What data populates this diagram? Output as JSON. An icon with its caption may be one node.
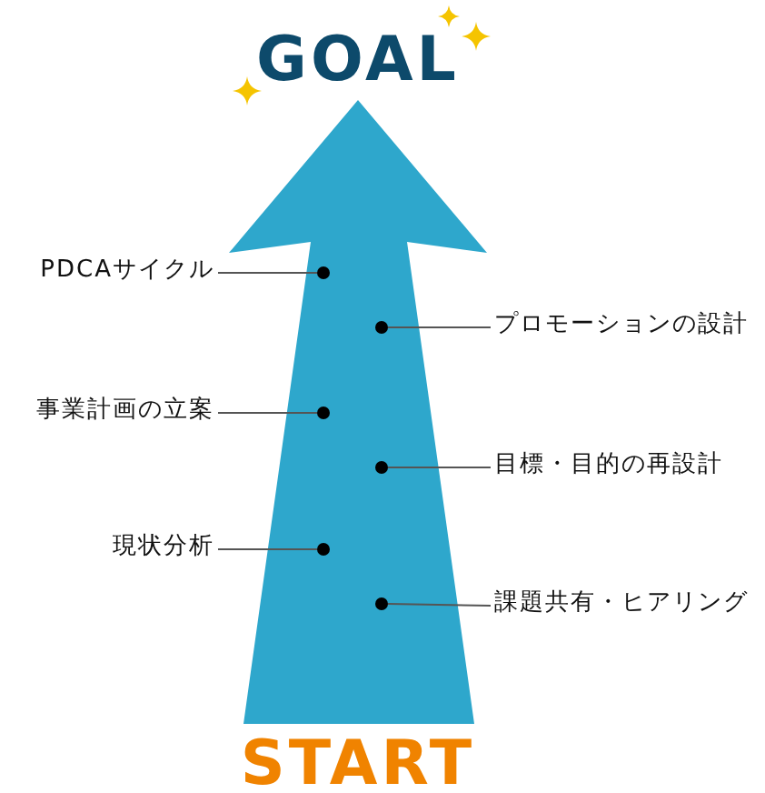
{
  "diagram": {
    "nodes": [
      {
        "text": [
          "GOAL"
        ]
      },
      {
        "text": [
          "PDCAサイクル"
        ]
      },
      {
        "text": [],
        "shape": "circle"
      },
      {
        "text": [
          "プロモーションの設計"
        ]
      },
      {
        "text": [],
        "shape": "circle"
      },
      {
        "text": [
          "事業計画の立案"
        ]
      },
      {
        "text": [],
        "shape": "circle"
      },
      {
        "text": [
          "目標・目的の再設計"
        ]
      },
      {
        "text": [],
        "shape": "circle"
      },
      {
        "text": [
          "現状分析"
        ]
      },
      {
        "text": [],
        "shape": "circle"
      },
      {
        "text": [
          "課題共有・ヒアリング"
        ]
      },
      {
        "text": [],
        "shape": "circle"
      },
      {
        "text": [
          "START"
        ]
      }
    ],
    "edges": [
      {
        "from": 13,
        "to": 0,
        "arrow": "to",
        "style": "thick",
        "color": "#2ea7cc"
      },
      {
        "from": 1,
        "to": 2,
        "arrow": "none"
      },
      {
        "from": 3,
        "to": 4,
        "arrow": "none"
      },
      {
        "from": 5,
        "to": 6,
        "arrow": "none"
      },
      {
        "from": 7,
        "to": 8,
        "arrow": "none"
      },
      {
        "from": 9,
        "to": 10,
        "arrow": "none"
      },
      {
        "from": 11,
        "to": 12,
        "arrow": "none"
      }
    ]
  }
}
